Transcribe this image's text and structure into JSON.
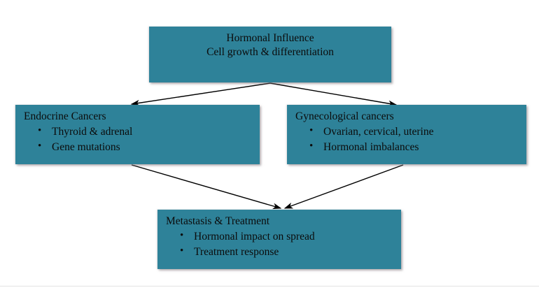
{
  "diagram": {
    "type": "flowchart",
    "background_color": "#FFFFFF",
    "node_fill_color": "#2E8299",
    "text_color": "#000000",
    "arrow_color": "#000000",
    "nodes": [
      {
        "id": "hormonal-influence",
        "title": "Hormonal Influence",
        "subtitle": "Cell growth & differentiation",
        "bullets": []
      },
      {
        "id": "endocrine-cancers",
        "title": "Endocrine Cancers",
        "bullets": [
          "Thyroid & adrenal",
          "Gene mutations"
        ]
      },
      {
        "id": "gynecological-cancers",
        "title": "Gynecological cancers",
        "bullets": [
          "Ovarian, cervical, uterine",
          "Hormonal imbalances"
        ]
      },
      {
        "id": "metastasis-treatment",
        "title": "Metastasis & Treatment",
        "bullets": [
          "Hormonal impact on spread",
          "Treatment response"
        ]
      }
    ],
    "edges": [
      {
        "from": "hormonal-influence",
        "to": "endocrine-cancers"
      },
      {
        "from": "hormonal-influence",
        "to": "gynecological-cancers"
      },
      {
        "from": "endocrine-cancers",
        "to": "metastasis-treatment"
      },
      {
        "from": "gynecological-cancers",
        "to": "metastasis-treatment"
      }
    ]
  }
}
